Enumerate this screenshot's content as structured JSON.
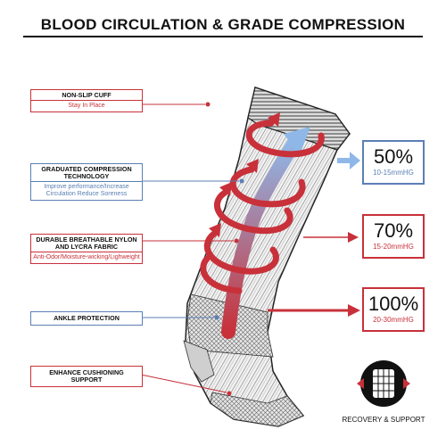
{
  "title": "BLOOD CIRCULATION & GRADE COMPRESSION",
  "features": [
    {
      "heading": "NON-SLIP CUFF",
      "detail": "Stay In Place",
      "color": "red"
    },
    {
      "heading": "GRADUATED COMPRESSION TECHNOLOGY",
      "detail": "Improve performance/Increase Circulation Reduce Soreness",
      "color": "blue"
    },
    {
      "heading": "DURABLE BREATHABLE NYLON AND LYCRA FABRIC",
      "detail": "Anti-Odor/Moisture-wicking/Lighweight",
      "color": "red"
    },
    {
      "heading": "ANKLE PROTECTION",
      "detail": "",
      "color": "blue"
    },
    {
      "heading": "ENHANCE CUSHIONING SUPPORT",
      "detail": "",
      "color": "red"
    }
  ],
  "compression_levels": [
    {
      "percent": "50%",
      "range": "10-15mmHG",
      "color": "blue"
    },
    {
      "percent": "70%",
      "range": "15-20mmHG",
      "color": "red"
    },
    {
      "percent": "100%",
      "range": "20-30mmHG",
      "color": "red"
    }
  ],
  "badge_label": "RECOVERY & SUPPORT",
  "colors": {
    "red": "#c8313a",
    "blue": "#5b7fb4",
    "light_blue": "#8fb8e8",
    "dark": "#111111"
  }
}
